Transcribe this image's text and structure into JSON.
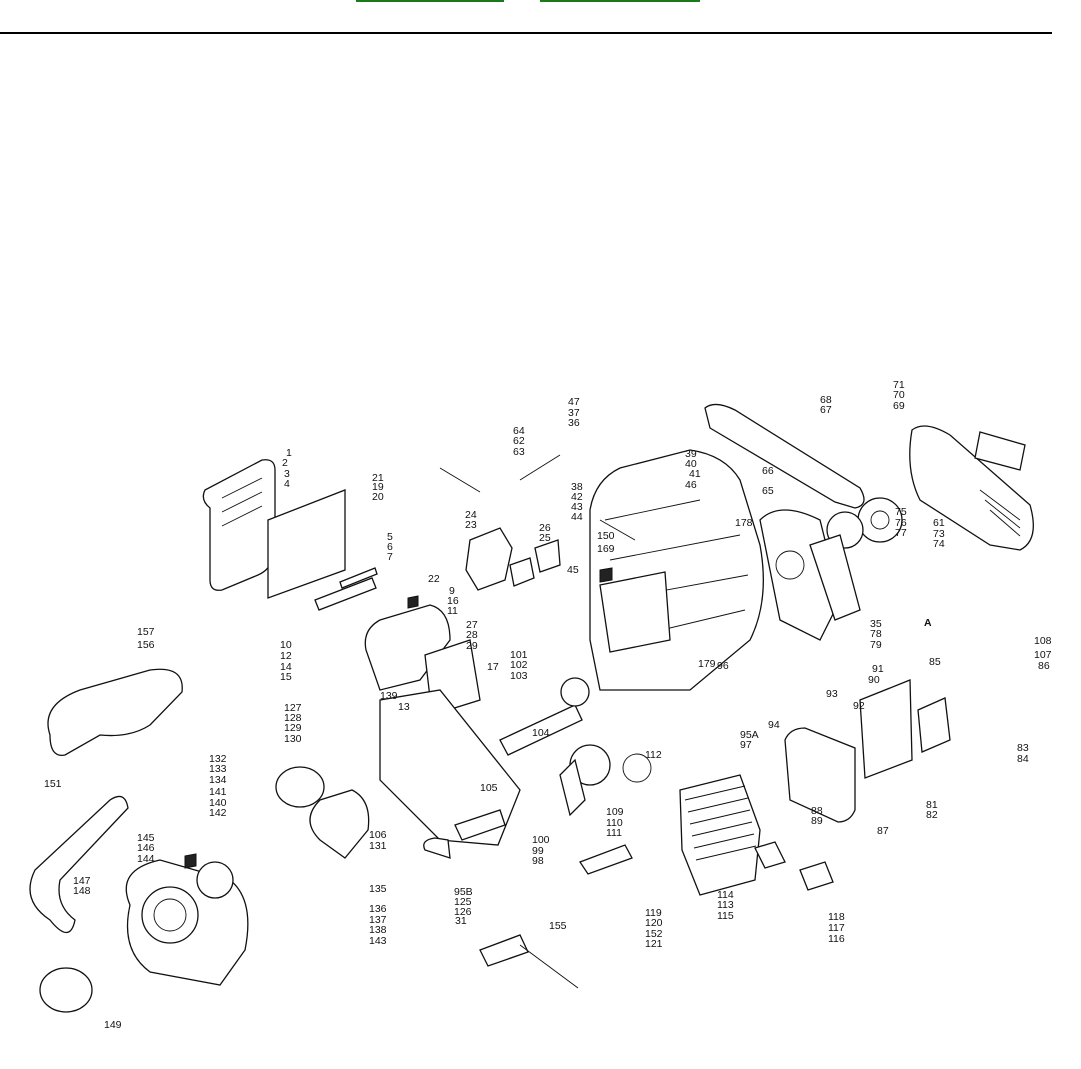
{
  "header": {
    "links": [
      "",
      ""
    ]
  },
  "diagram": {
    "labels": [
      "1",
      "2",
      "3",
      "4",
      "5",
      "6",
      "7",
      "9",
      "10",
      "11",
      "12",
      "13",
      "14",
      "15",
      "16",
      "17",
      "19",
      "20",
      "21",
      "22",
      "23",
      "24",
      "25",
      "26",
      "27",
      "28",
      "29",
      "31",
      "35",
      "36",
      "37",
      "38",
      "39",
      "40",
      "41",
      "42",
      "43",
      "44",
      "45",
      "46",
      "47",
      "61",
      "62",
      "63",
      "64",
      "65",
      "66",
      "67",
      "68",
      "69",
      "70",
      "71",
      "73",
      "74",
      "75",
      "76",
      "77",
      "78",
      "79",
      "81",
      "82",
      "83",
      "84",
      "85",
      "86",
      "87",
      "88",
      "89",
      "90",
      "91",
      "92",
      "93",
      "94",
      "95A",
      "95B",
      "96",
      "97",
      "98",
      "99",
      "100",
      "101",
      "102",
      "103",
      "104",
      "105",
      "106",
      "107",
      "108",
      "109",
      "110",
      "111",
      "112",
      "113",
      "114",
      "115",
      "116",
      "117",
      "118",
      "119",
      "120",
      "121",
      "125",
      "126",
      "127",
      "128",
      "129",
      "130",
      "131",
      "132",
      "133",
      "134",
      "135",
      "136",
      "137",
      "138",
      "139",
      "140",
      "141",
      "142",
      "143",
      "144",
      "145",
      "146",
      "147",
      "148",
      "149",
      "150",
      "151",
      "152",
      "155",
      "156",
      "157",
      "169",
      "178",
      "179",
      "A"
    ]
  }
}
